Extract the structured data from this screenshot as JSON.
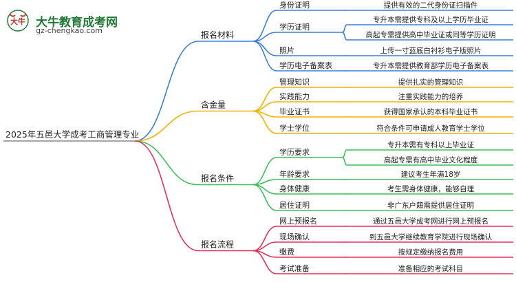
{
  "site": {
    "name": "大牛教育成考网",
    "url": "gz-chengkao.com",
    "logo_mark": "大牛"
  },
  "root": {
    "label": "2025年五邑大学成考工商管理专业"
  },
  "branches": [
    {
      "label": "报名材料",
      "color": "#3b7fd6",
      "children": [
        {
          "label": "身份证明",
          "leaves": [
            "提供有效的二代身份证扫描件"
          ]
        },
        {
          "label": "学历证明",
          "leaves": [
            "专升本需提供专科及以上学历毕业证",
            "高起专需提供高中毕业证或同等学历证明"
          ]
        },
        {
          "label": "照片",
          "leaves": [
            "上传一寸蓝底白衬衫电子版照片"
          ]
        },
        {
          "label": "学历电子备案表",
          "leaves": [
            "专升本需提供教育部学历电子备案表"
          ]
        }
      ]
    },
    {
      "label": "含金量",
      "color": "#f0b400",
      "children": [
        {
          "label": "管理知识",
          "leaves": [
            "提供扎实的管理知识"
          ]
        },
        {
          "label": "实践能力",
          "leaves": [
            "注重实践能力的培养"
          ]
        },
        {
          "label": "毕业证书",
          "leaves": [
            "获得国家承认的本科毕业证书"
          ]
        },
        {
          "label": "学士学位",
          "leaves": [
            "符合条件可申请成人教育学士学位"
          ]
        }
      ]
    },
    {
      "label": "报名条件",
      "color": "#3fbf5a",
      "children": [
        {
          "label": "学历要求",
          "leaves": [
            "专升本需有专科以上毕业证",
            "高起专需有高中毕业文化程度"
          ]
        },
        {
          "label": "年龄要求",
          "leaves": [
            "建议考生年满18岁"
          ]
        },
        {
          "label": "身体健康",
          "leaves": [
            "考生需身体健康，能够自理"
          ]
        },
        {
          "label": "居住证明",
          "leaves": [
            "非广东户籍需提供居住证明"
          ]
        }
      ]
    },
    {
      "label": "报名流程",
      "color": "#e0325a",
      "children": [
        {
          "label": "网上预报名",
          "leaves": [
            "通过五邑大学成考网进行网上预报名"
          ]
        },
        {
          "label": "现场确认",
          "leaves": [
            "到五邑大学继续教育学院进行现场确认"
          ]
        },
        {
          "label": "缴费",
          "leaves": [
            "按规定缴纳报名费用"
          ]
        },
        {
          "label": "考试准备",
          "leaves": [
            "准备相应的考试科目"
          ]
        }
      ]
    }
  ]
}
